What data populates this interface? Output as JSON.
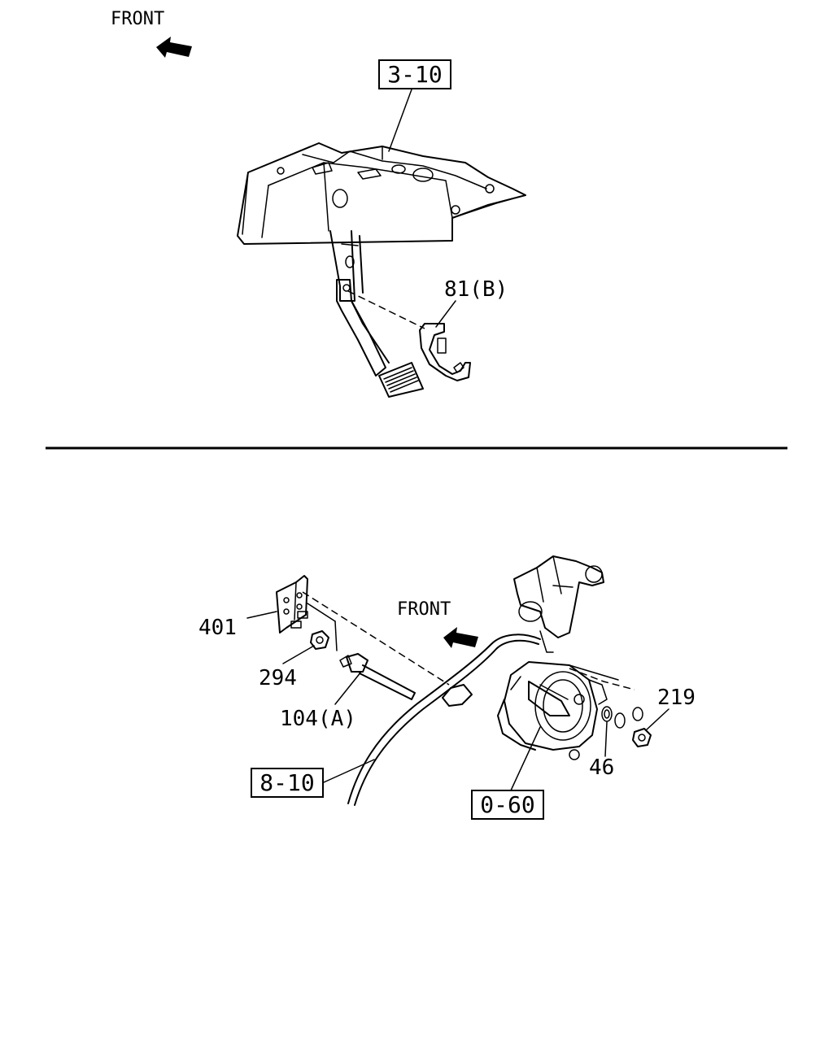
{
  "upper_diagram": {
    "front_label": "FRONT",
    "ref_box": "3-10",
    "callouts": [
      "81(B)"
    ]
  },
  "lower_diagram": {
    "front_label": "FRONT",
    "ref_boxes": [
      "8-10",
      "0-60"
    ],
    "callouts": [
      "401",
      "294",
      "104(A)",
      "219",
      "46"
    ]
  },
  "icons": [
    "front-arrow-icon",
    "front-arrow-icon"
  ]
}
